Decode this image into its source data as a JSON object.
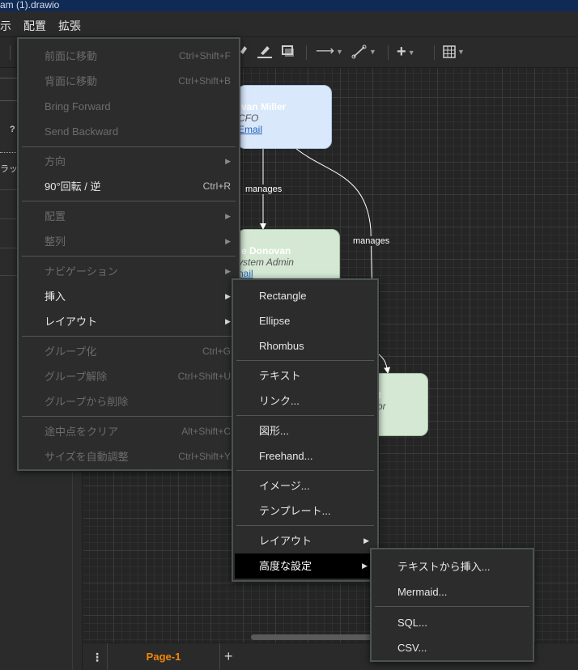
{
  "window": {
    "title": "am (1).drawio"
  },
  "menubar": {
    "items": [
      "示",
      "配置",
      "拡張"
    ]
  },
  "canvas": {
    "nodes": [
      {
        "name": "van Miller",
        "role": "CFO",
        "email": "Email",
        "fill": "#dae8fc"
      },
      {
        "name": "e Donovan",
        "role": "ystem Admin",
        "email": "nail",
        "fill": "#d5e8d4"
      },
      {
        "name": "t",
        "role": "or",
        "fill": "#d5e8d4"
      }
    ],
    "edges": [
      "manages",
      "manages"
    ]
  },
  "left_panel": {
    "glyph": "?",
    "snippet": "ラック"
  },
  "arrange_menu": [
    {
      "label": "前面に移動",
      "shortcut": "Ctrl+Shift+F",
      "enabled": false
    },
    {
      "label": "背面に移動",
      "shortcut": "Ctrl+Shift+B",
      "enabled": false
    },
    {
      "label": "Bring Forward",
      "enabled": false
    },
    {
      "label": "Send Backward",
      "enabled": false
    },
    {
      "label": "方向",
      "enabled": false,
      "submenu": true
    },
    {
      "label": "90°回転 / 逆",
      "shortcut": "Ctrl+R",
      "enabled": true
    },
    {
      "label": "配置",
      "enabled": false,
      "submenu": true
    },
    {
      "label": "整列",
      "enabled": false,
      "submenu": true
    },
    {
      "label": "ナビゲーション",
      "enabled": false,
      "submenu": true
    },
    {
      "label": "挿入",
      "enabled": true,
      "submenu": true
    },
    {
      "label": "レイアウト",
      "enabled": true,
      "submenu": true
    },
    {
      "label": "グループ化",
      "shortcut": "Ctrl+G",
      "enabled": false
    },
    {
      "label": "グループ解除",
      "shortcut": "Ctrl+Shift+U",
      "enabled": false
    },
    {
      "label": "グループから削除",
      "enabled": false
    },
    {
      "label": "途中点をクリア",
      "shortcut": "Alt+Shift+C",
      "enabled": false
    },
    {
      "label": "サイズを自動調整",
      "shortcut": "Ctrl+Shift+Y",
      "enabled": false
    }
  ],
  "insert_menu": [
    {
      "label": "Rectangle"
    },
    {
      "label": "Ellipse"
    },
    {
      "label": "Rhombus"
    },
    {
      "label": "テキスト"
    },
    {
      "label": "リンク..."
    },
    {
      "label": "図形..."
    },
    {
      "label": "Freehand..."
    },
    {
      "label": "イメージ..."
    },
    {
      "label": "テンプレート..."
    },
    {
      "label": "レイアウト",
      "submenu": true
    },
    {
      "label": "高度な設定",
      "submenu": true,
      "highlighted": true
    }
  ],
  "advanced_menu": [
    {
      "label": "テキストから挿入..."
    },
    {
      "label": "Mermaid..."
    },
    {
      "label": "SQL..."
    },
    {
      "label": "CSV..."
    }
  ],
  "bottom": {
    "page_tab": "Page-1"
  }
}
